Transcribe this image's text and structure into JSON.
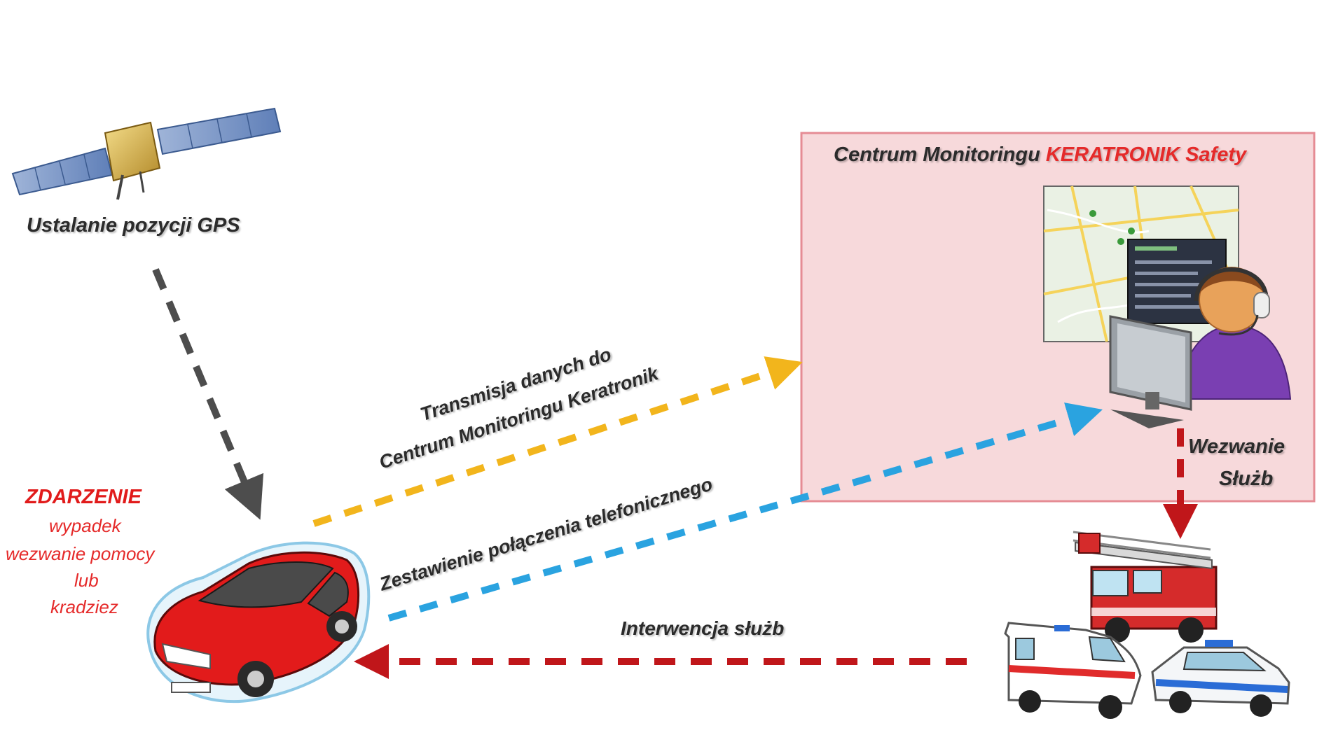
{
  "gps_label": "Ustalanie pozycji GPS",
  "monitoring_center": {
    "title_prefix": "Centrum  Monitoringu",
    "title_brand": "KERATRONIK Safety"
  },
  "event": {
    "title": "ZDARZENIE",
    "lines": [
      "wypadek",
      "wezwanie pomocy",
      "lub",
      "kradziez"
    ]
  },
  "arrows": {
    "transmission_line1": "Transmisja danych do",
    "transmission_line2": "Centrum Monitoringu Keratronik",
    "phone_connection": "Zestawienie połączenia telefonicznego",
    "call_services_line1": "Wezwanie",
    "call_services_line2": "Służb",
    "intervention": "Interwencja służb"
  },
  "colors": {
    "gps_arrow": "#4d4d4d",
    "data_arrow": "#f2b51c",
    "phone_arrow": "#2aa3e0",
    "service_arrow": "#c0161a",
    "center_box_fill": "#f7d9db",
    "center_box_border": "#e58c94",
    "car_red": "#e21b1b"
  }
}
